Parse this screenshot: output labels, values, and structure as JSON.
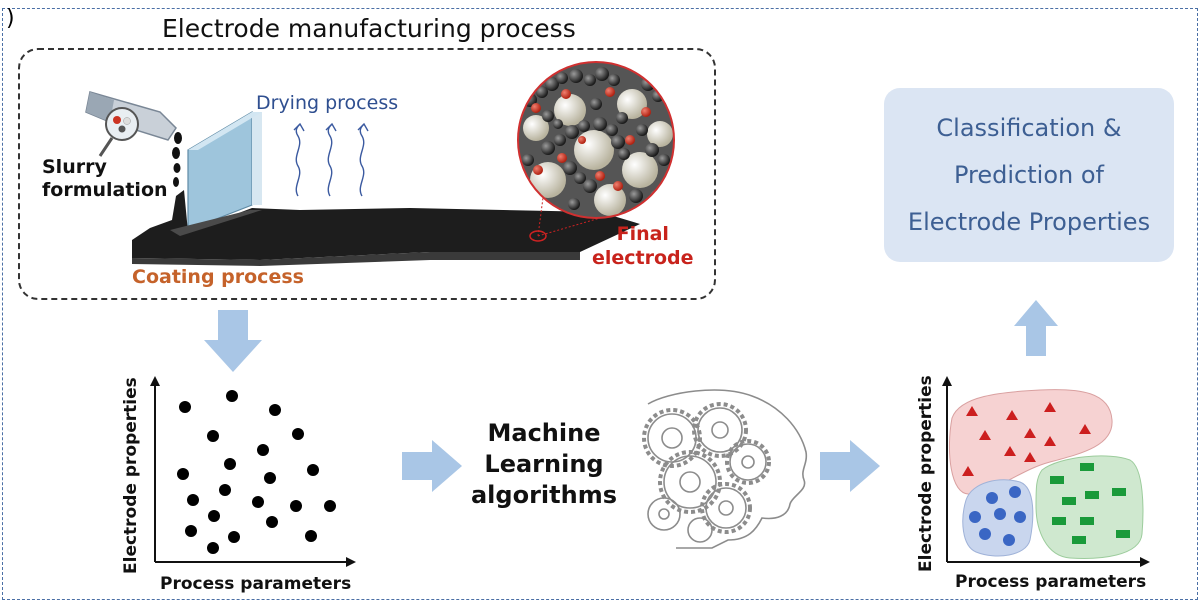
{
  "panel_label": ")",
  "title": "Electrode manufacturing process",
  "labels": {
    "slurry": "Slurry\nformulation",
    "drying": "Drying process",
    "coating": "Coating process",
    "final": "Final\nelectrode"
  },
  "ml_label": "Machine\nLearning\nalgorithms",
  "result": "Classification &\nPrediction of\nElectrode Properties",
  "plot_left": {
    "ylabel": "Electrode properties",
    "xlabel": "Process parameters"
  },
  "plot_right": {
    "ylabel": "Electrode properties",
    "xlabel": "Process parameters"
  },
  "colors": {
    "arrow": "#a9c6e6",
    "result_bg": "#dbe5f3",
    "result_text": "#3d5f93",
    "red_region": "#f6d2d2",
    "blue_region": "#c9d6ee",
    "green_region": "#cfe8cf",
    "triangle": "#cc1f1f",
    "circle": "#3a66c4",
    "rectangle": "#1a9a3a"
  }
}
